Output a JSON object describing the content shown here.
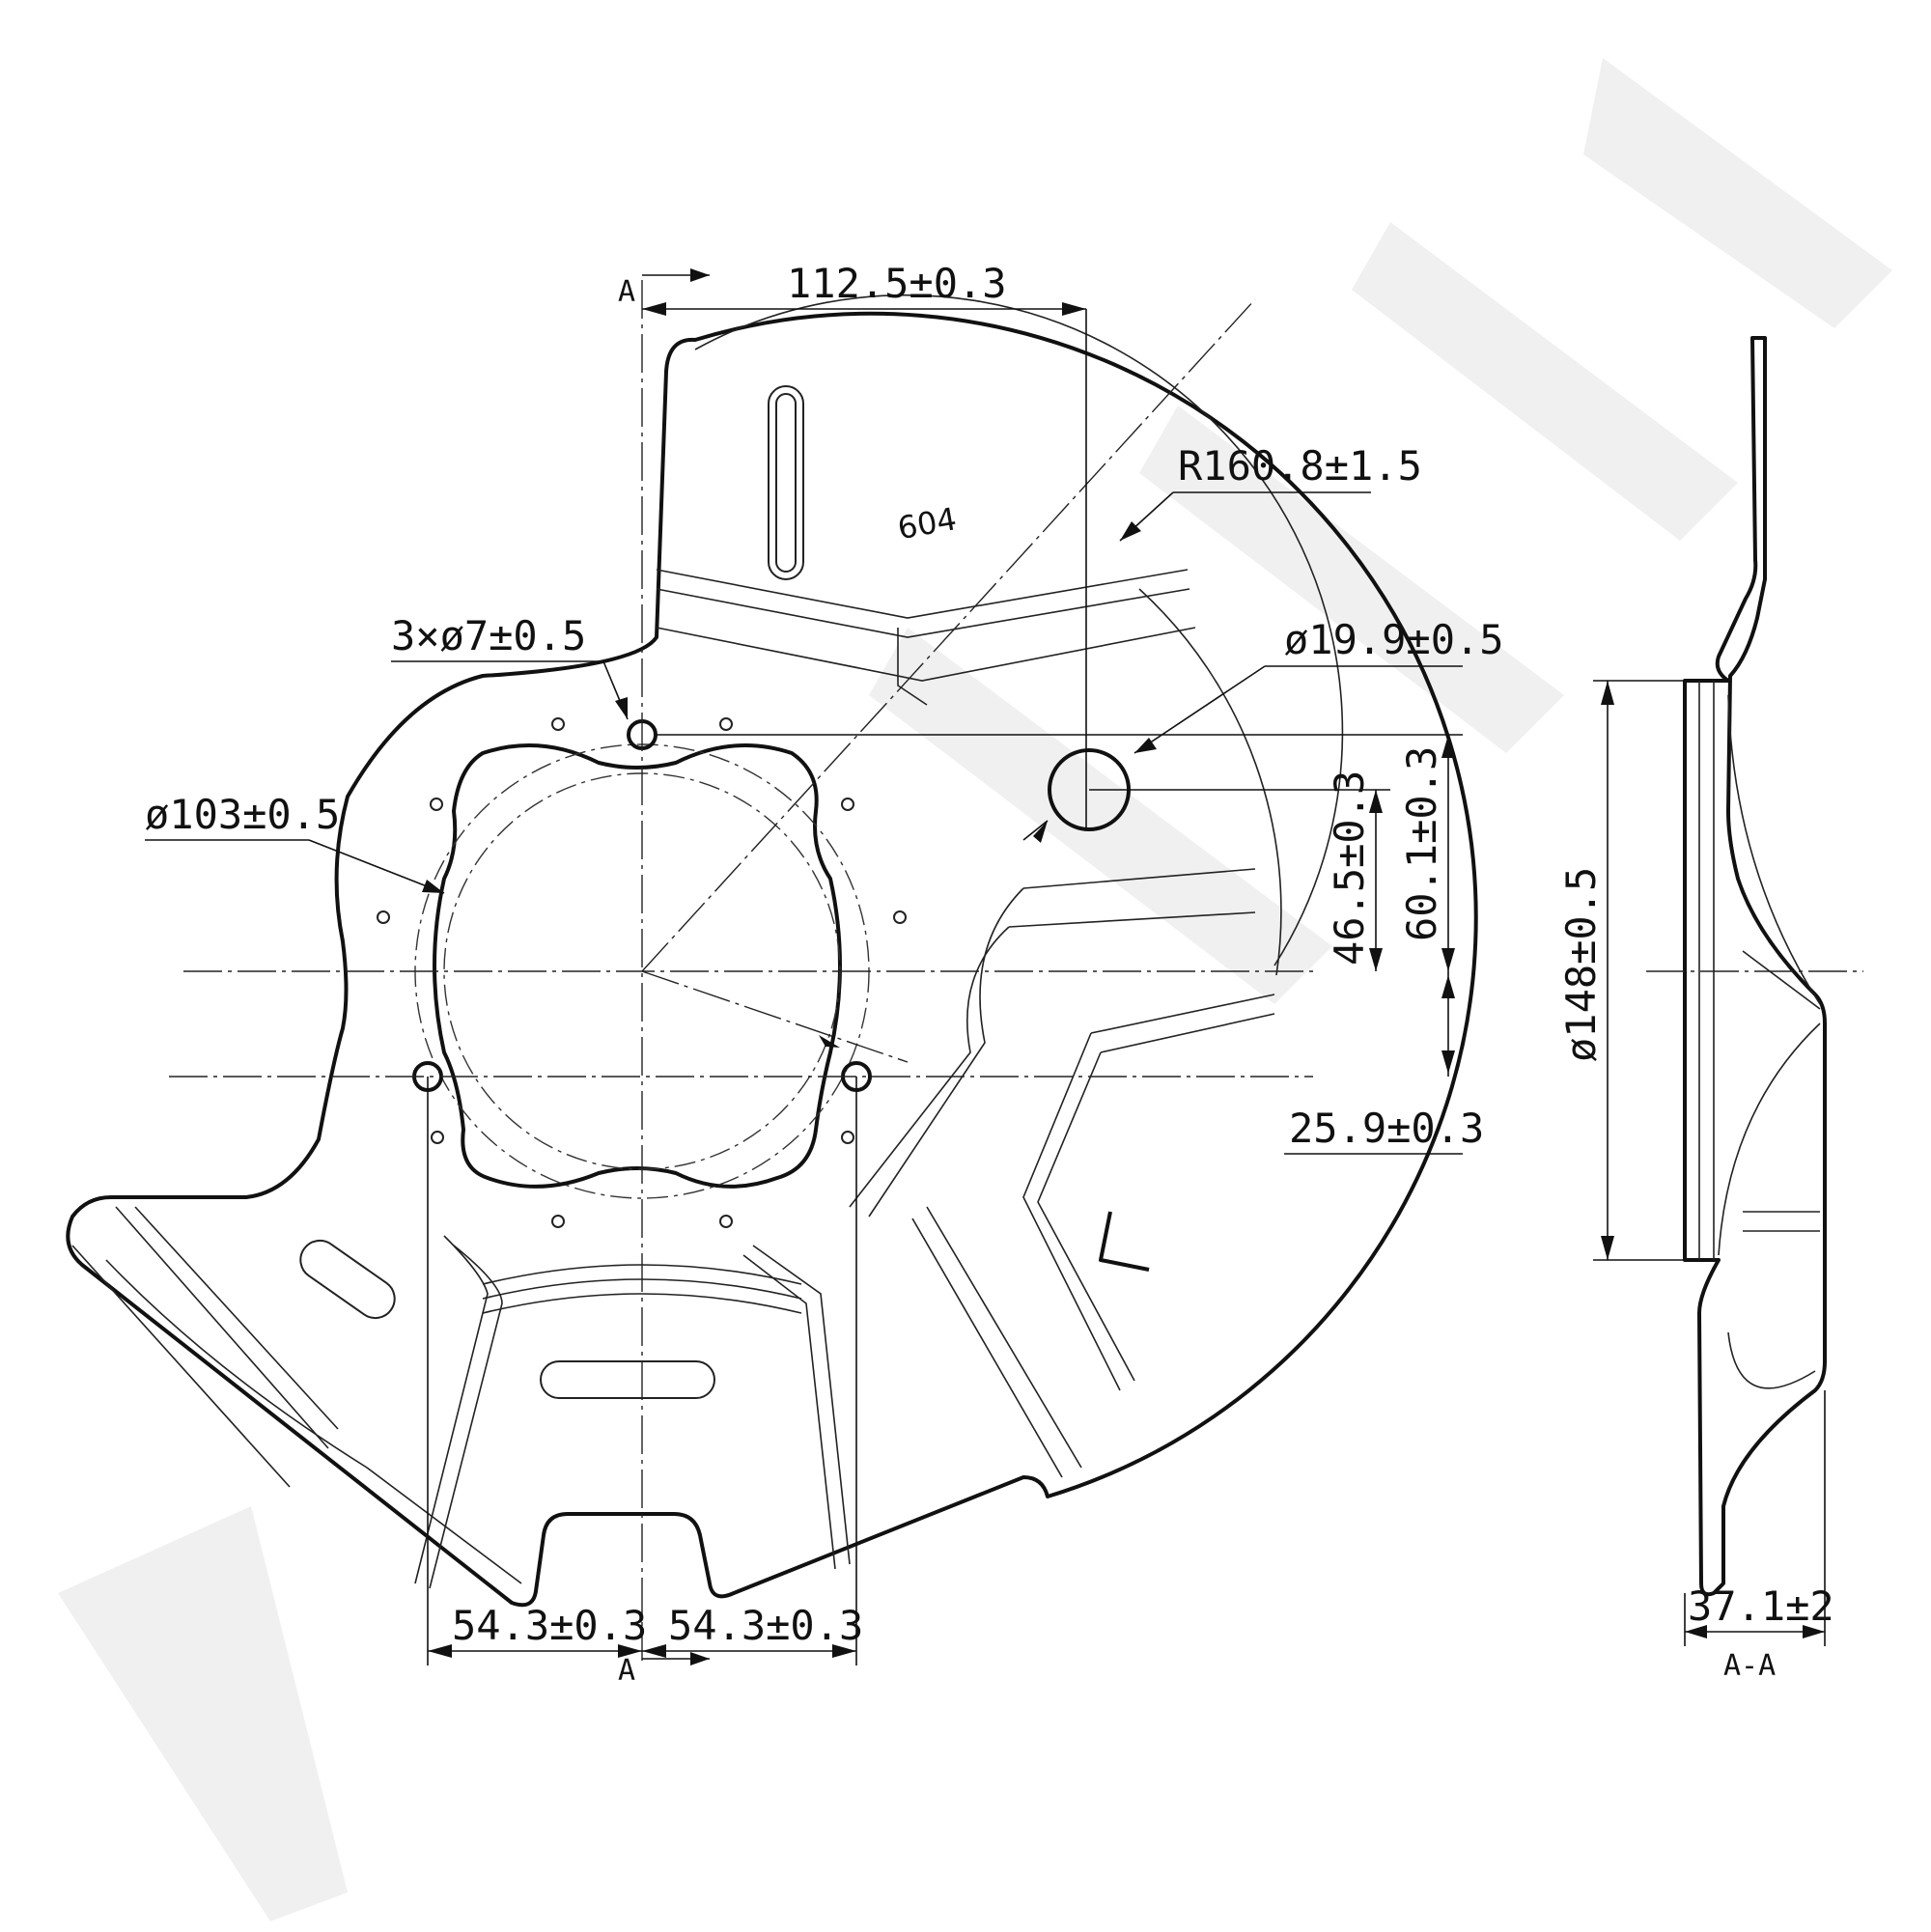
{
  "drawing": {
    "part_number": "604",
    "section_marker_top": "A",
    "section_marker_bottom": "A",
    "section_view_label": "A-A",
    "dimensions": {
      "top_width": "112.5±0.3",
      "radius": "R160.8±1.5",
      "small_holes": "3×ø7±0.5",
      "large_hole": "ø19.9±0.5",
      "inner_diameter": "ø103±0.5",
      "offset_46": "46.5±0.3",
      "offset_60": "60.1±0.3",
      "offset_25": "25.9±0.3",
      "bottom_left": "54.3±0.3",
      "bottom_right": "54.3±0.3",
      "section_diameter": "ø148±0.5",
      "section_depth": "37.1±2"
    }
  }
}
